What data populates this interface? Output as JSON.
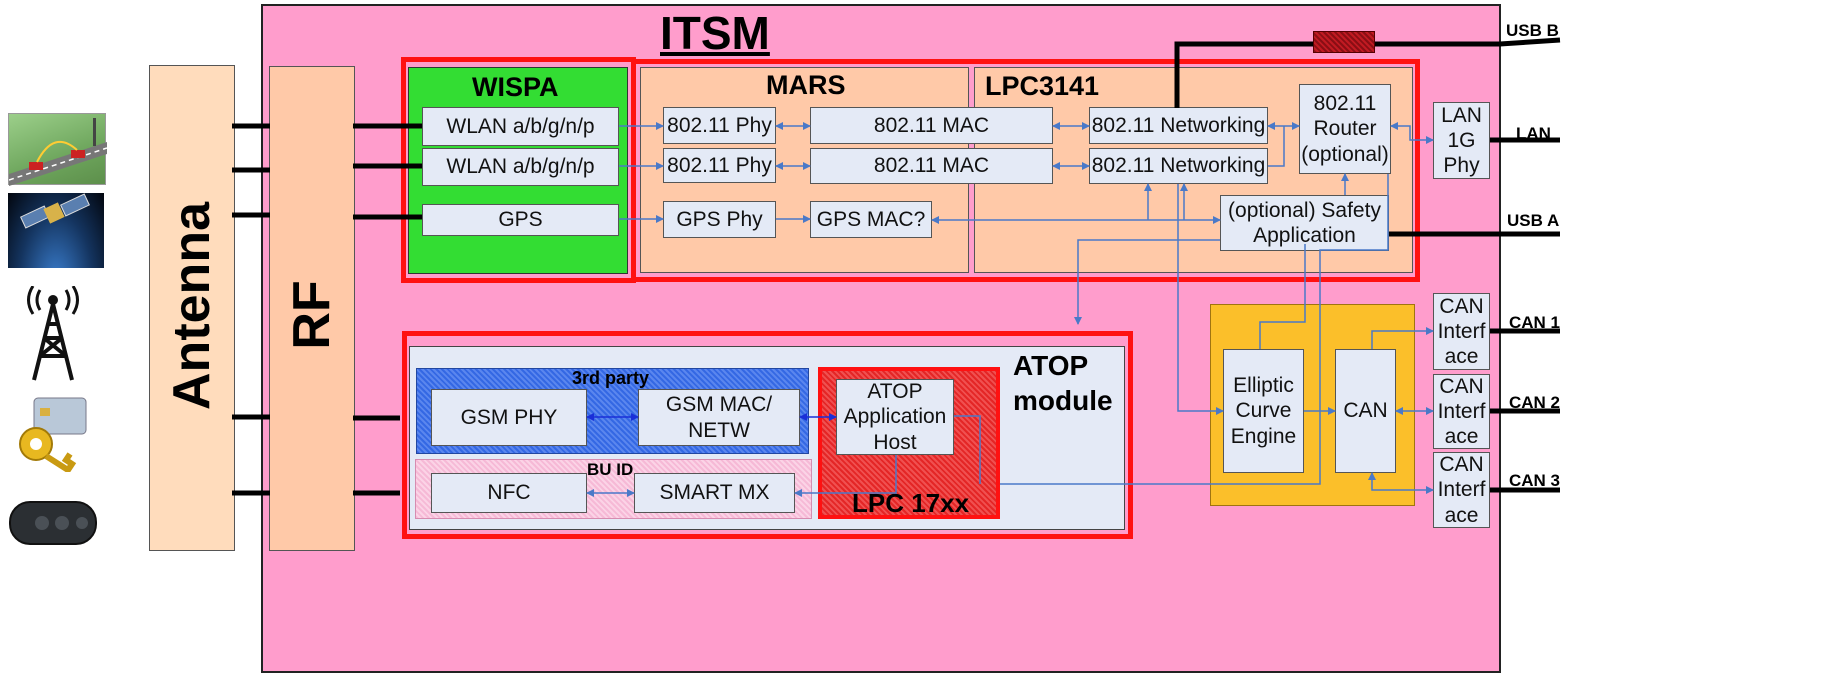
{
  "main": {
    "title": "ITSM",
    "antenna": "Antenna",
    "rf": "RF"
  },
  "wispa": {
    "title": "WISPA",
    "blocks": [
      "WLAN a/b/g/n/p",
      "WLAN a/b/g/n/p",
      "GPS"
    ]
  },
  "mars": {
    "title": "MARS",
    "blocks": [
      "802.11 Phy",
      "802.11 MAC",
      "802.11 Phy",
      "802.11 MAC",
      "GPS Phy",
      "GPS MAC?"
    ]
  },
  "lpc3141": {
    "title": "LPC3141",
    "blocks": [
      "802.11 Networking",
      "802.11 Networking",
      "802.11\nRouter\n(optional)",
      "(optional) Safety\nApplication"
    ]
  },
  "lan_phy": "LAN\n1G\nPhy",
  "atop": {
    "title": "ATOP\nmodule",
    "third_party": "3rd party",
    "bu_id": "BU ID",
    "lpc17": "LPC 17xx",
    "blocks": [
      "GSM PHY",
      "GSM MAC/\nNETW",
      "ATOP\nApplication\nHost",
      "NFC",
      "SMART MX"
    ]
  },
  "security": {
    "blocks": [
      "Elliptic\nCurve\nEngine",
      "CAN"
    ]
  },
  "can_interfaces": [
    "CAN\nInterf\nace",
    "CAN\nInterf\nace",
    "CAN\nInterf\nace"
  ],
  "ports": [
    "USB B",
    "LAN",
    "USB A",
    "CAN 1",
    "CAN 2",
    "CAN 3"
  ],
  "icons": [
    "vehicle-road-icon",
    "satellite-icon",
    "cell-tower-icon",
    "smart-card-key-icon",
    "car-key-fob-icon"
  ],
  "colors": {
    "itsm_bg": "#ff9dcc",
    "wispa_bg": "#33dd33",
    "lpc_bg": "#ffc9a8",
    "red_border": "#ff1111",
    "block_bg": "#e4eaf6",
    "blue_group": "#3a6fe6",
    "orange_group": "#fbbf2a"
  }
}
